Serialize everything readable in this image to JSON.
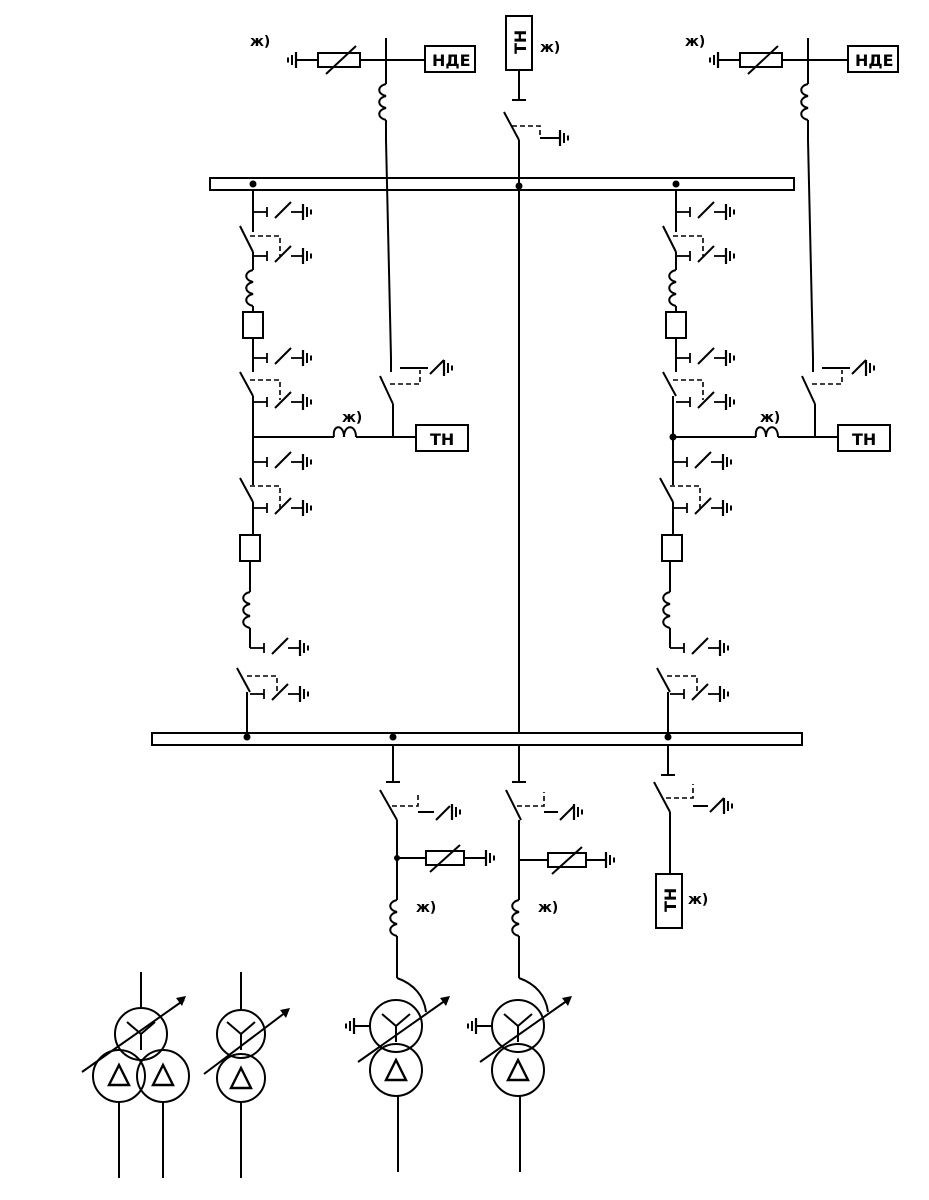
{
  "labels": {
    "surge_device": "НДЕ",
    "voltage_transformer": "ТН",
    "note_mark": "ж)"
  }
}
